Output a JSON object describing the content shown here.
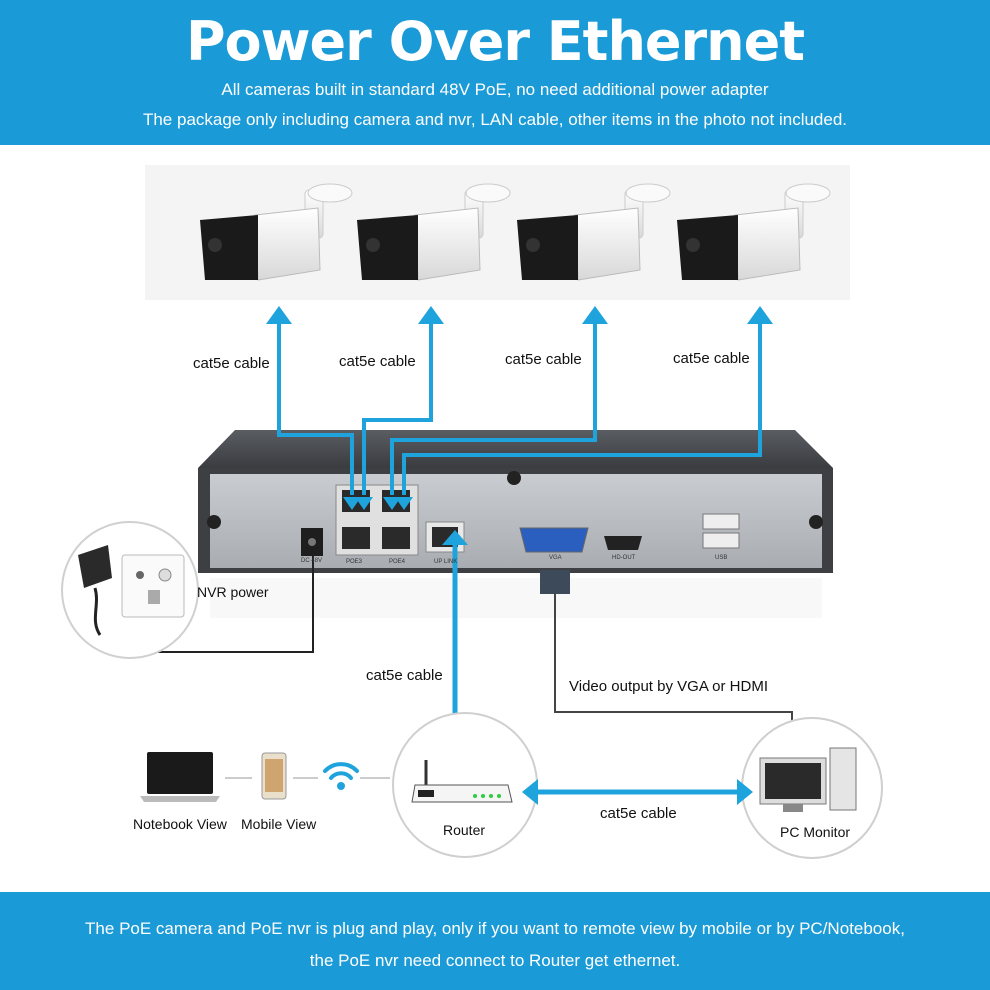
{
  "header": {
    "title": "Power Over Ethernet",
    "line1": "All cameras built in standard 48V PoE, no need additional power adapter",
    "line2": "The package only including camera and nvr, LAN cable, other items in the photo not included."
  },
  "cables": {
    "cam1": "cat5e cable",
    "cam2": "cat5e cable",
    "cam3": "cat5e cable",
    "cam4": "cat5e cable",
    "router_link": "cat5e cable",
    "router_pc": "cat5e cable"
  },
  "nvr": {
    "power_label": "NVR power",
    "port_dc": "DC 48V",
    "port_poe3": "POE3",
    "port_poe4": "POE4",
    "port_uplink": "UP LINK",
    "port_vga": "VGA",
    "port_hdmi": "HD-OUT",
    "port_usb": "USB"
  },
  "video_output": "Video output by VGA or HDMI",
  "devices": {
    "notebook": "Notebook View",
    "mobile": "Mobile View",
    "router": "Router",
    "pc": "PC Monitor"
  },
  "footer": {
    "line1": "The PoE camera and PoE nvr is plug and play, only if you want to remote view by mobile or by PC/Notebook,",
    "line2": "the PoE nvr need connect to Router get ethernet."
  },
  "colors": {
    "banner": "#1a9ad6",
    "cable": "#1fa3dc"
  }
}
